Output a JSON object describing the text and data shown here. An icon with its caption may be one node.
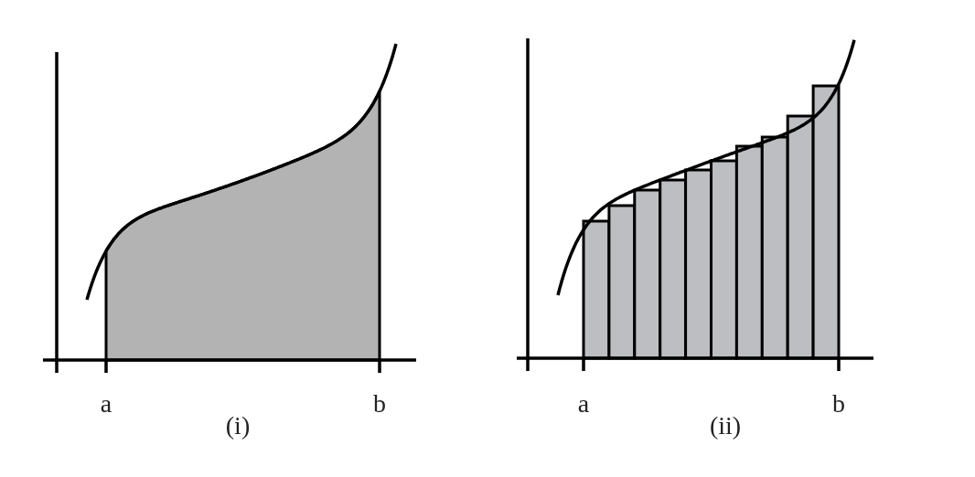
{
  "diagram": {
    "labels": [
      "a",
      "b",
      "(i)",
      "a",
      "b",
      "(ii)"
    ]
  }
}
